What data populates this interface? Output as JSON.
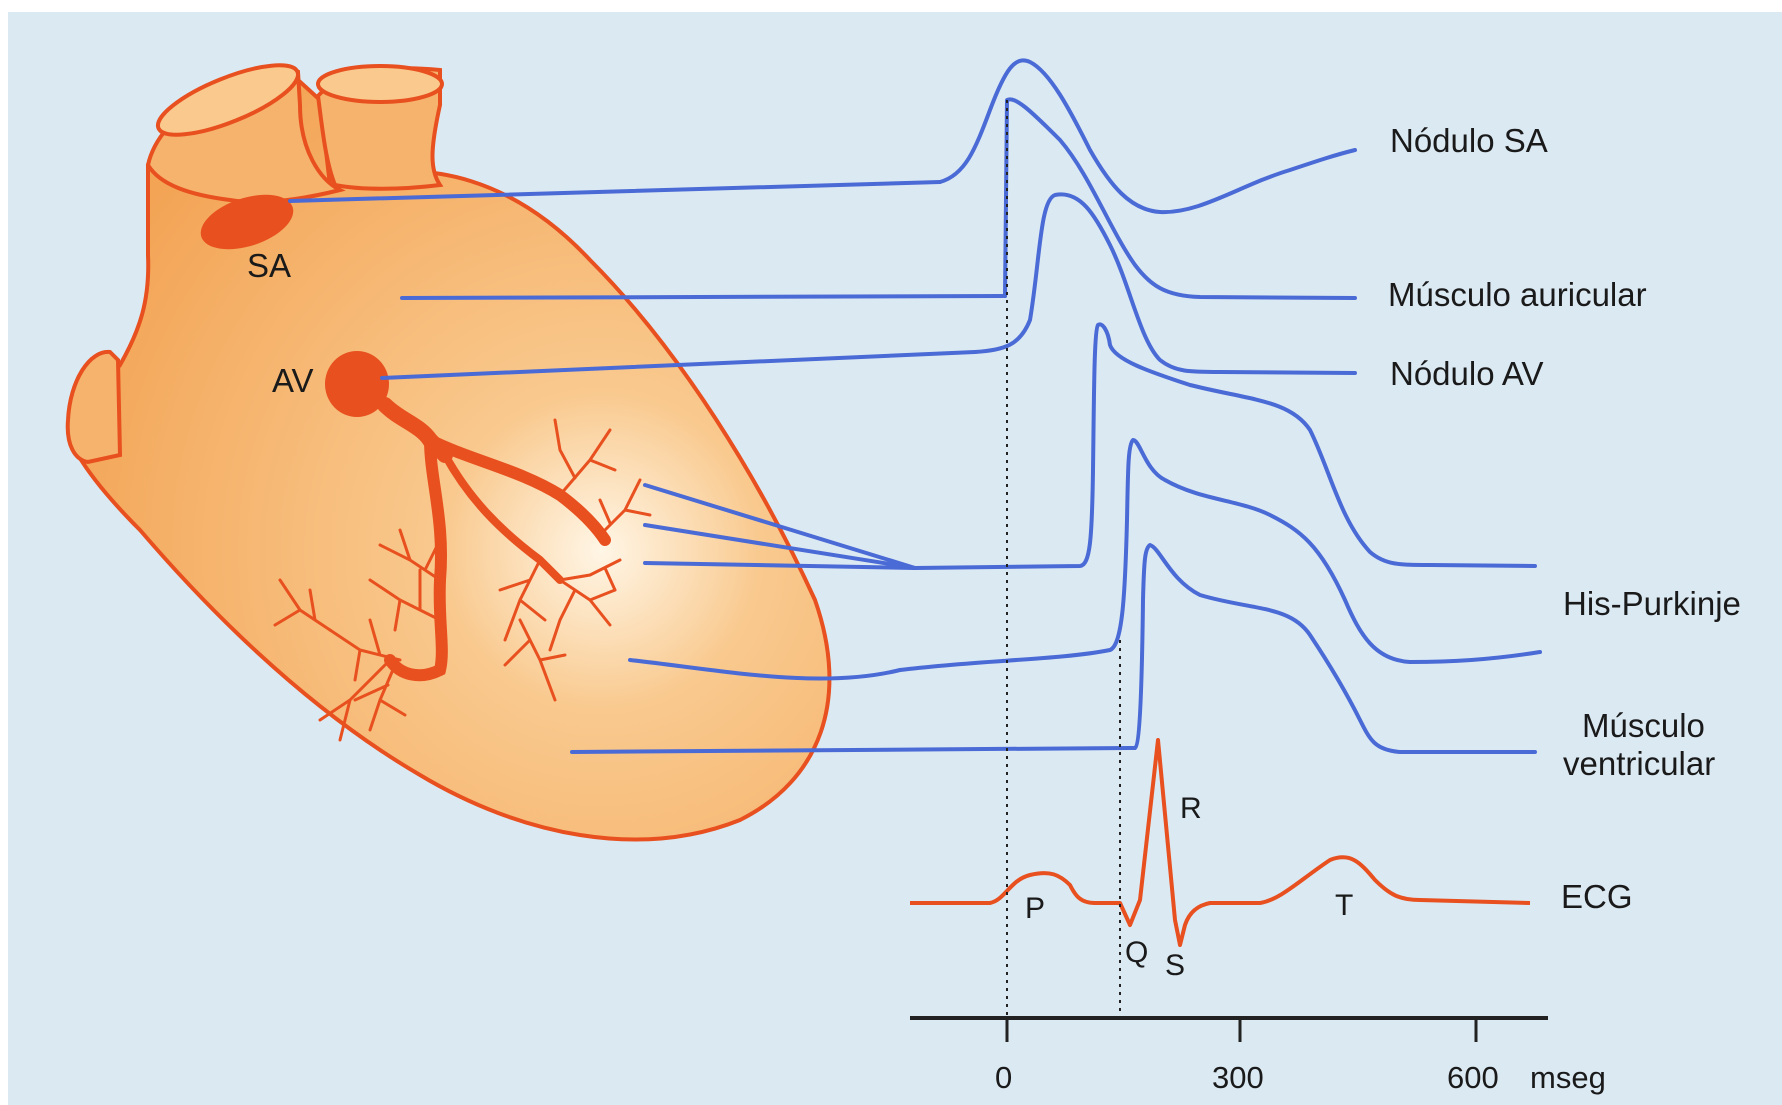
{
  "labels": {
    "sa_node": "Nódulo SA",
    "atrial_muscle": "Músculo auricular",
    "av_node": "Nódulo AV",
    "his_purkinje": "His-Purkinje",
    "ventricular_muscle_1": "Músculo",
    "ventricular_muscle_2": "ventricular",
    "ecg": "ECG"
  },
  "heart_labels": {
    "sa": "SA",
    "av": "AV"
  },
  "ecg_waves": {
    "p": "P",
    "q": "Q",
    "r": "R",
    "s": "S",
    "t": "T"
  },
  "time_axis": {
    "ticks": [
      "0",
      "300",
      "600"
    ],
    "unit": "mseg"
  },
  "colors": {
    "background": "#dbe9f3",
    "heart_fill": "#f6b36d",
    "heart_outline": "#e8501f",
    "trace": "#4a6ad6",
    "ecg": "#e8501f"
  }
}
